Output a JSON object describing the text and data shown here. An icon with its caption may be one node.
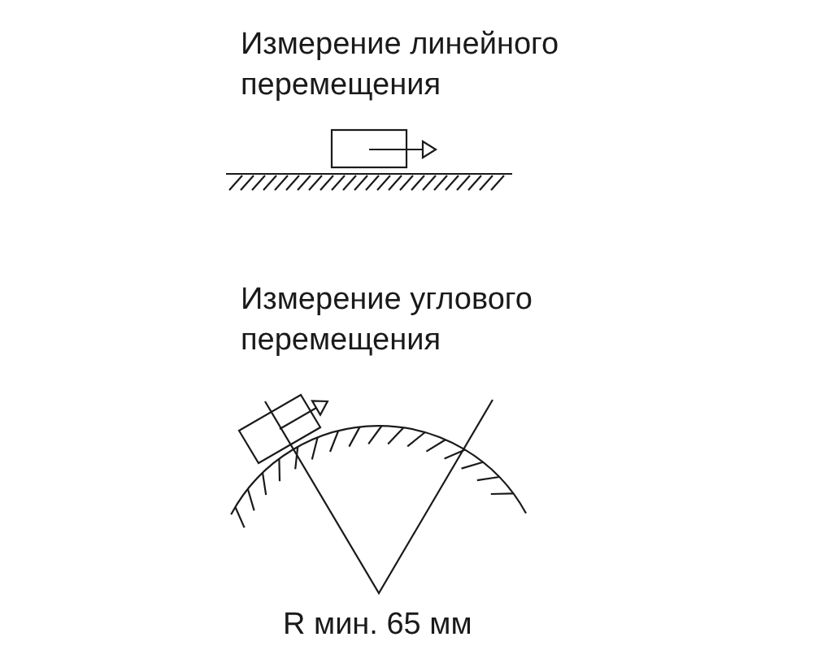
{
  "diagram": {
    "labels": [
      "Измерение линейного перемещения",
      "Измерение углового перемещения",
      "R мин. 65 мм"
    ]
  }
}
